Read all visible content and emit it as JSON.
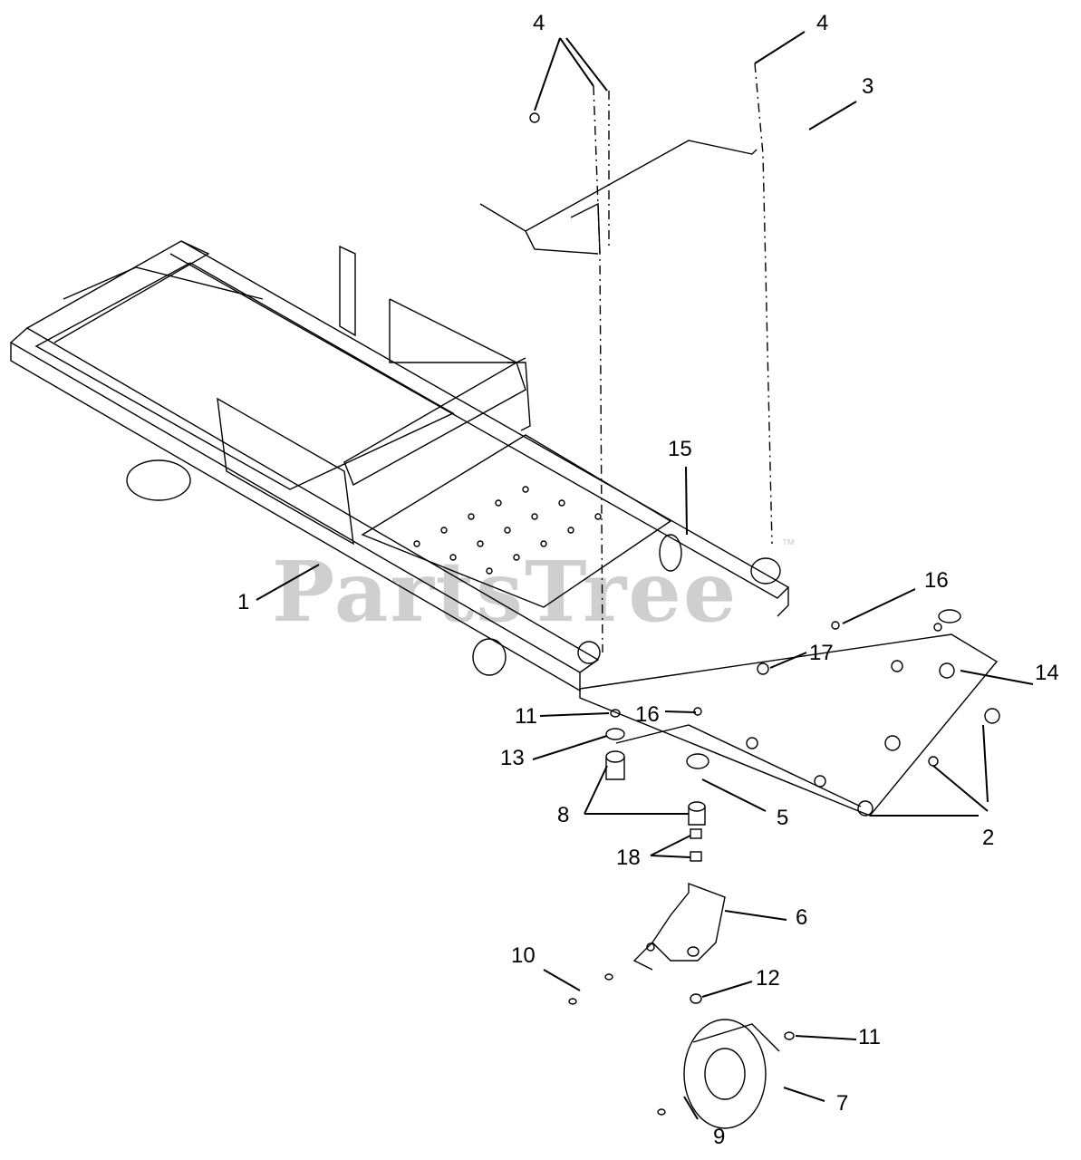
{
  "watermark": {
    "brand": "PartsTree",
    "trademark": "™"
  },
  "callouts": [
    "1",
    "2",
    "3",
    "4",
    "4",
    "5",
    "6",
    "7",
    "8",
    "9",
    "10",
    "11",
    "11",
    "12",
    "13",
    "14",
    "15",
    "16",
    "16",
    "17",
    "18"
  ]
}
